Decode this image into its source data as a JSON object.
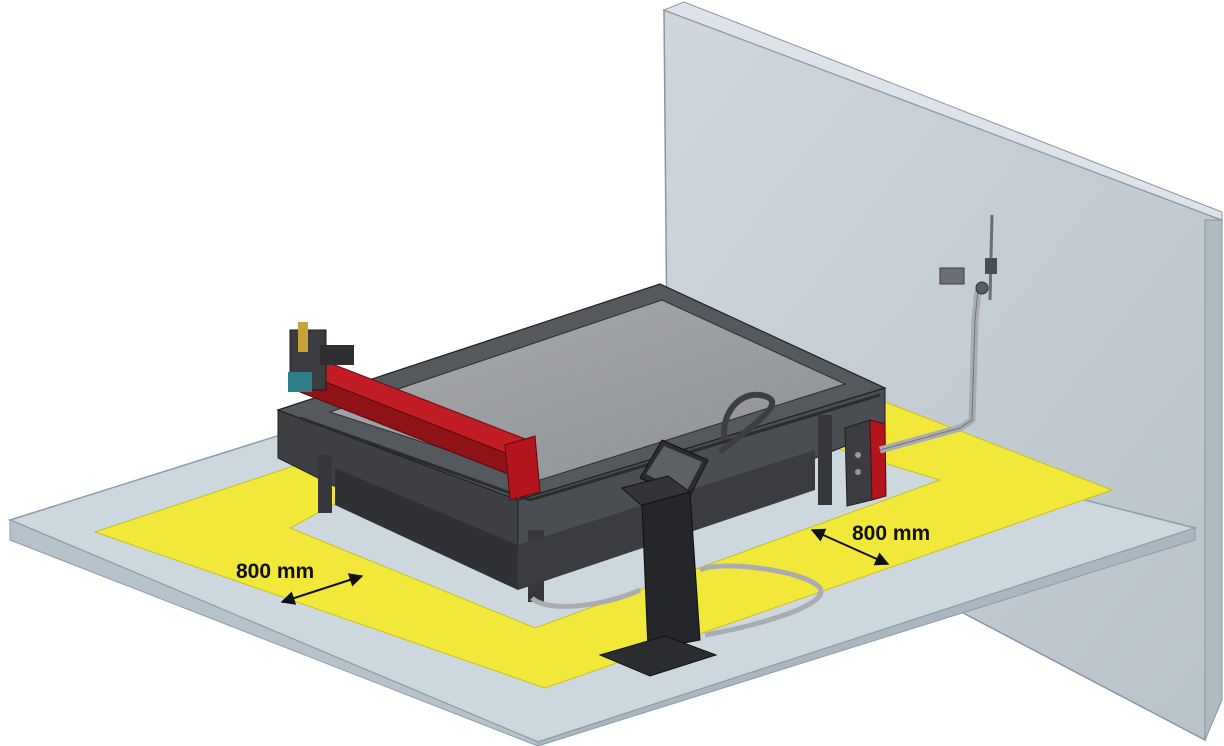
{
  "dimensions": {
    "left_clearance": "800 mm",
    "right_clearance": "800 mm"
  },
  "colors": {
    "floor": "#cbd6dd",
    "floor_edge": "#9fb0ba",
    "wall": "#c3ccd3",
    "wall_edge": "#8b97a0",
    "safety_zone": "#f2e83a",
    "machine_dark": "#3b3d40",
    "machine_mid": "#5a5d61",
    "table_surface": "#9b9da0",
    "gantry_red": "#b3151c",
    "cable": "#a9adb1"
  },
  "icons": {
    "arrow": "double-headed-arrow"
  }
}
